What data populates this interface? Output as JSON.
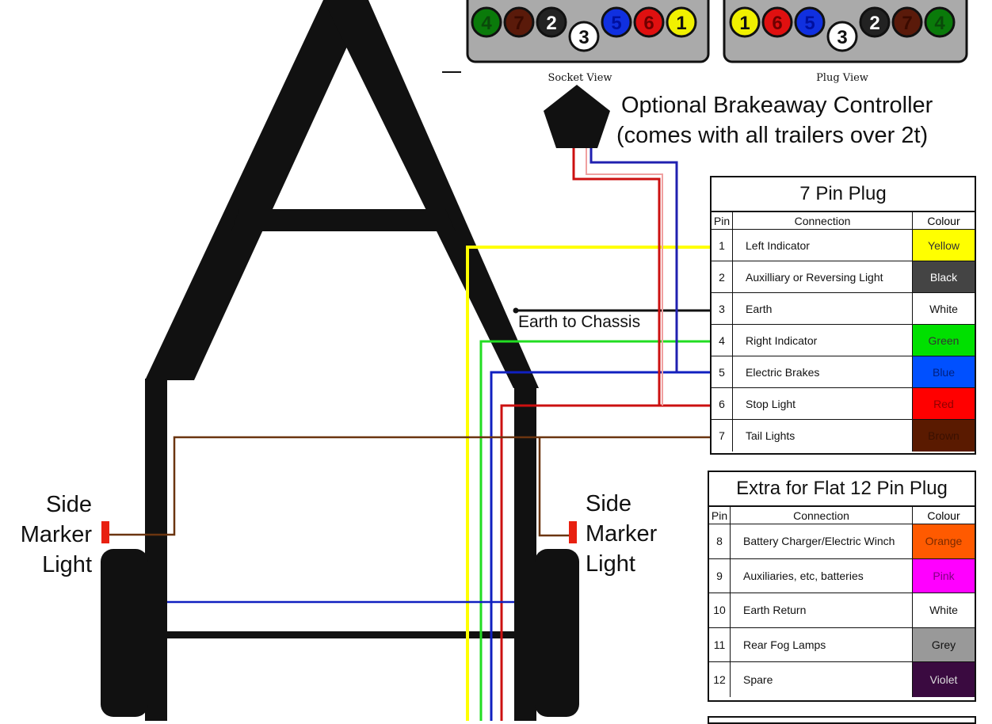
{
  "connectors": {
    "socket_label": "Socket View",
    "plug_label": "Plug View",
    "socket_pins": [
      {
        "n": "4",
        "fill": "#0a7a0a",
        "text": "#0a4a0a"
      },
      {
        "n": "7",
        "fill": "#5a1a0a",
        "text": "#3a0a00"
      },
      {
        "n": "2",
        "fill": "#222222",
        "text": "#ffffff"
      },
      {
        "n": "3",
        "fill": "#ffffff",
        "text": "#111111"
      },
      {
        "n": "5",
        "fill": "#1030e0",
        "text": "#0010a0"
      },
      {
        "n": "6",
        "fill": "#e01010",
        "text": "#700000"
      },
      {
        "n": "1",
        "fill": "#f0f000",
        "text": "#111111"
      }
    ],
    "plug_pins": [
      {
        "n": "1",
        "fill": "#f0f000",
        "text": "#111111"
      },
      {
        "n": "6",
        "fill": "#e01010",
        "text": "#700000"
      },
      {
        "n": "5",
        "fill": "#1030e0",
        "text": "#0010a0"
      },
      {
        "n": "3",
        "fill": "#ffffff",
        "text": "#111111"
      },
      {
        "n": "2",
        "fill": "#222222",
        "text": "#ffffff"
      },
      {
        "n": "7",
        "fill": "#5a1a0a",
        "text": "#3a0a00"
      },
      {
        "n": "4",
        "fill": "#0a7a0a",
        "text": "#0a4a0a"
      }
    ]
  },
  "labels": {
    "brakeaway_line1": "Optional Brakeaway Controller",
    "brakeaway_line2": "(comes with all trailers over 2t)",
    "earth_chassis": "Earth to Chassis",
    "side_marker": [
      "Side",
      "Marker",
      "Light"
    ]
  },
  "table7": {
    "title": "7 Pin Plug",
    "headers": {
      "pin": "Pin",
      "connection": "Connection",
      "colour": "Colour"
    },
    "rows": [
      {
        "pin": "1",
        "connection": "Left Indicator",
        "colour": "Yellow",
        "bg": "#ffff00",
        "fg": "#333333"
      },
      {
        "pin": "2",
        "connection": "Auxilliary or Reversing Light",
        "colour": "Black",
        "bg": "#444444",
        "fg": "#ffffff"
      },
      {
        "pin": "3",
        "connection": "Earth",
        "colour": "White",
        "bg": "#ffffff",
        "fg": "#111111"
      },
      {
        "pin": "4",
        "connection": "Right Indicator",
        "colour": "Green",
        "bg": "#00e000",
        "fg": "#333333"
      },
      {
        "pin": "5",
        "connection": "Electric Brakes",
        "colour": "Blue",
        "bg": "#0050ff",
        "fg": "#002080"
      },
      {
        "pin": "6",
        "connection": "Stop Light",
        "colour": "Red",
        "bg": "#ff0000",
        "fg": "#900000"
      },
      {
        "pin": "7",
        "connection": "Tail Lights",
        "colour": "Brown",
        "bg": "#5a1a00",
        "fg": "#3a1000"
      }
    ]
  },
  "table12": {
    "title": "Extra for Flat 12 Pin Plug",
    "headers": {
      "pin": "Pin",
      "connection": "Connection",
      "colour": "Colour"
    },
    "rows": [
      {
        "pin": "8",
        "connection": "Battery Charger/Electric Winch",
        "colour": "Orange",
        "bg": "#ff5a00",
        "fg": "#7a2a00"
      },
      {
        "pin": "9",
        "connection": "Auxiliaries, etc, batteries",
        "colour": "Pink",
        "bg": "#ff00ff",
        "fg": "#800080"
      },
      {
        "pin": "10",
        "connection": "Earth Return",
        "colour": "White",
        "bg": "#ffffff",
        "fg": "#111111"
      },
      {
        "pin": "11",
        "connection": "Rear Fog Lamps",
        "colour": "Grey",
        "bg": "#999999",
        "fg": "#111111"
      },
      {
        "pin": "12",
        "connection": "Spare",
        "colour": "Violet",
        "bg": "#3a0a40",
        "fg": "#dddddd"
      }
    ]
  },
  "wire_colors": {
    "yellow": "#ffff00",
    "green": "#22dd22",
    "blue": "#1020c0",
    "red": "#cc1010",
    "black": "#111111",
    "brown": "#6b3510",
    "pink": "#f0a0a0",
    "navy": "#2020b0"
  }
}
